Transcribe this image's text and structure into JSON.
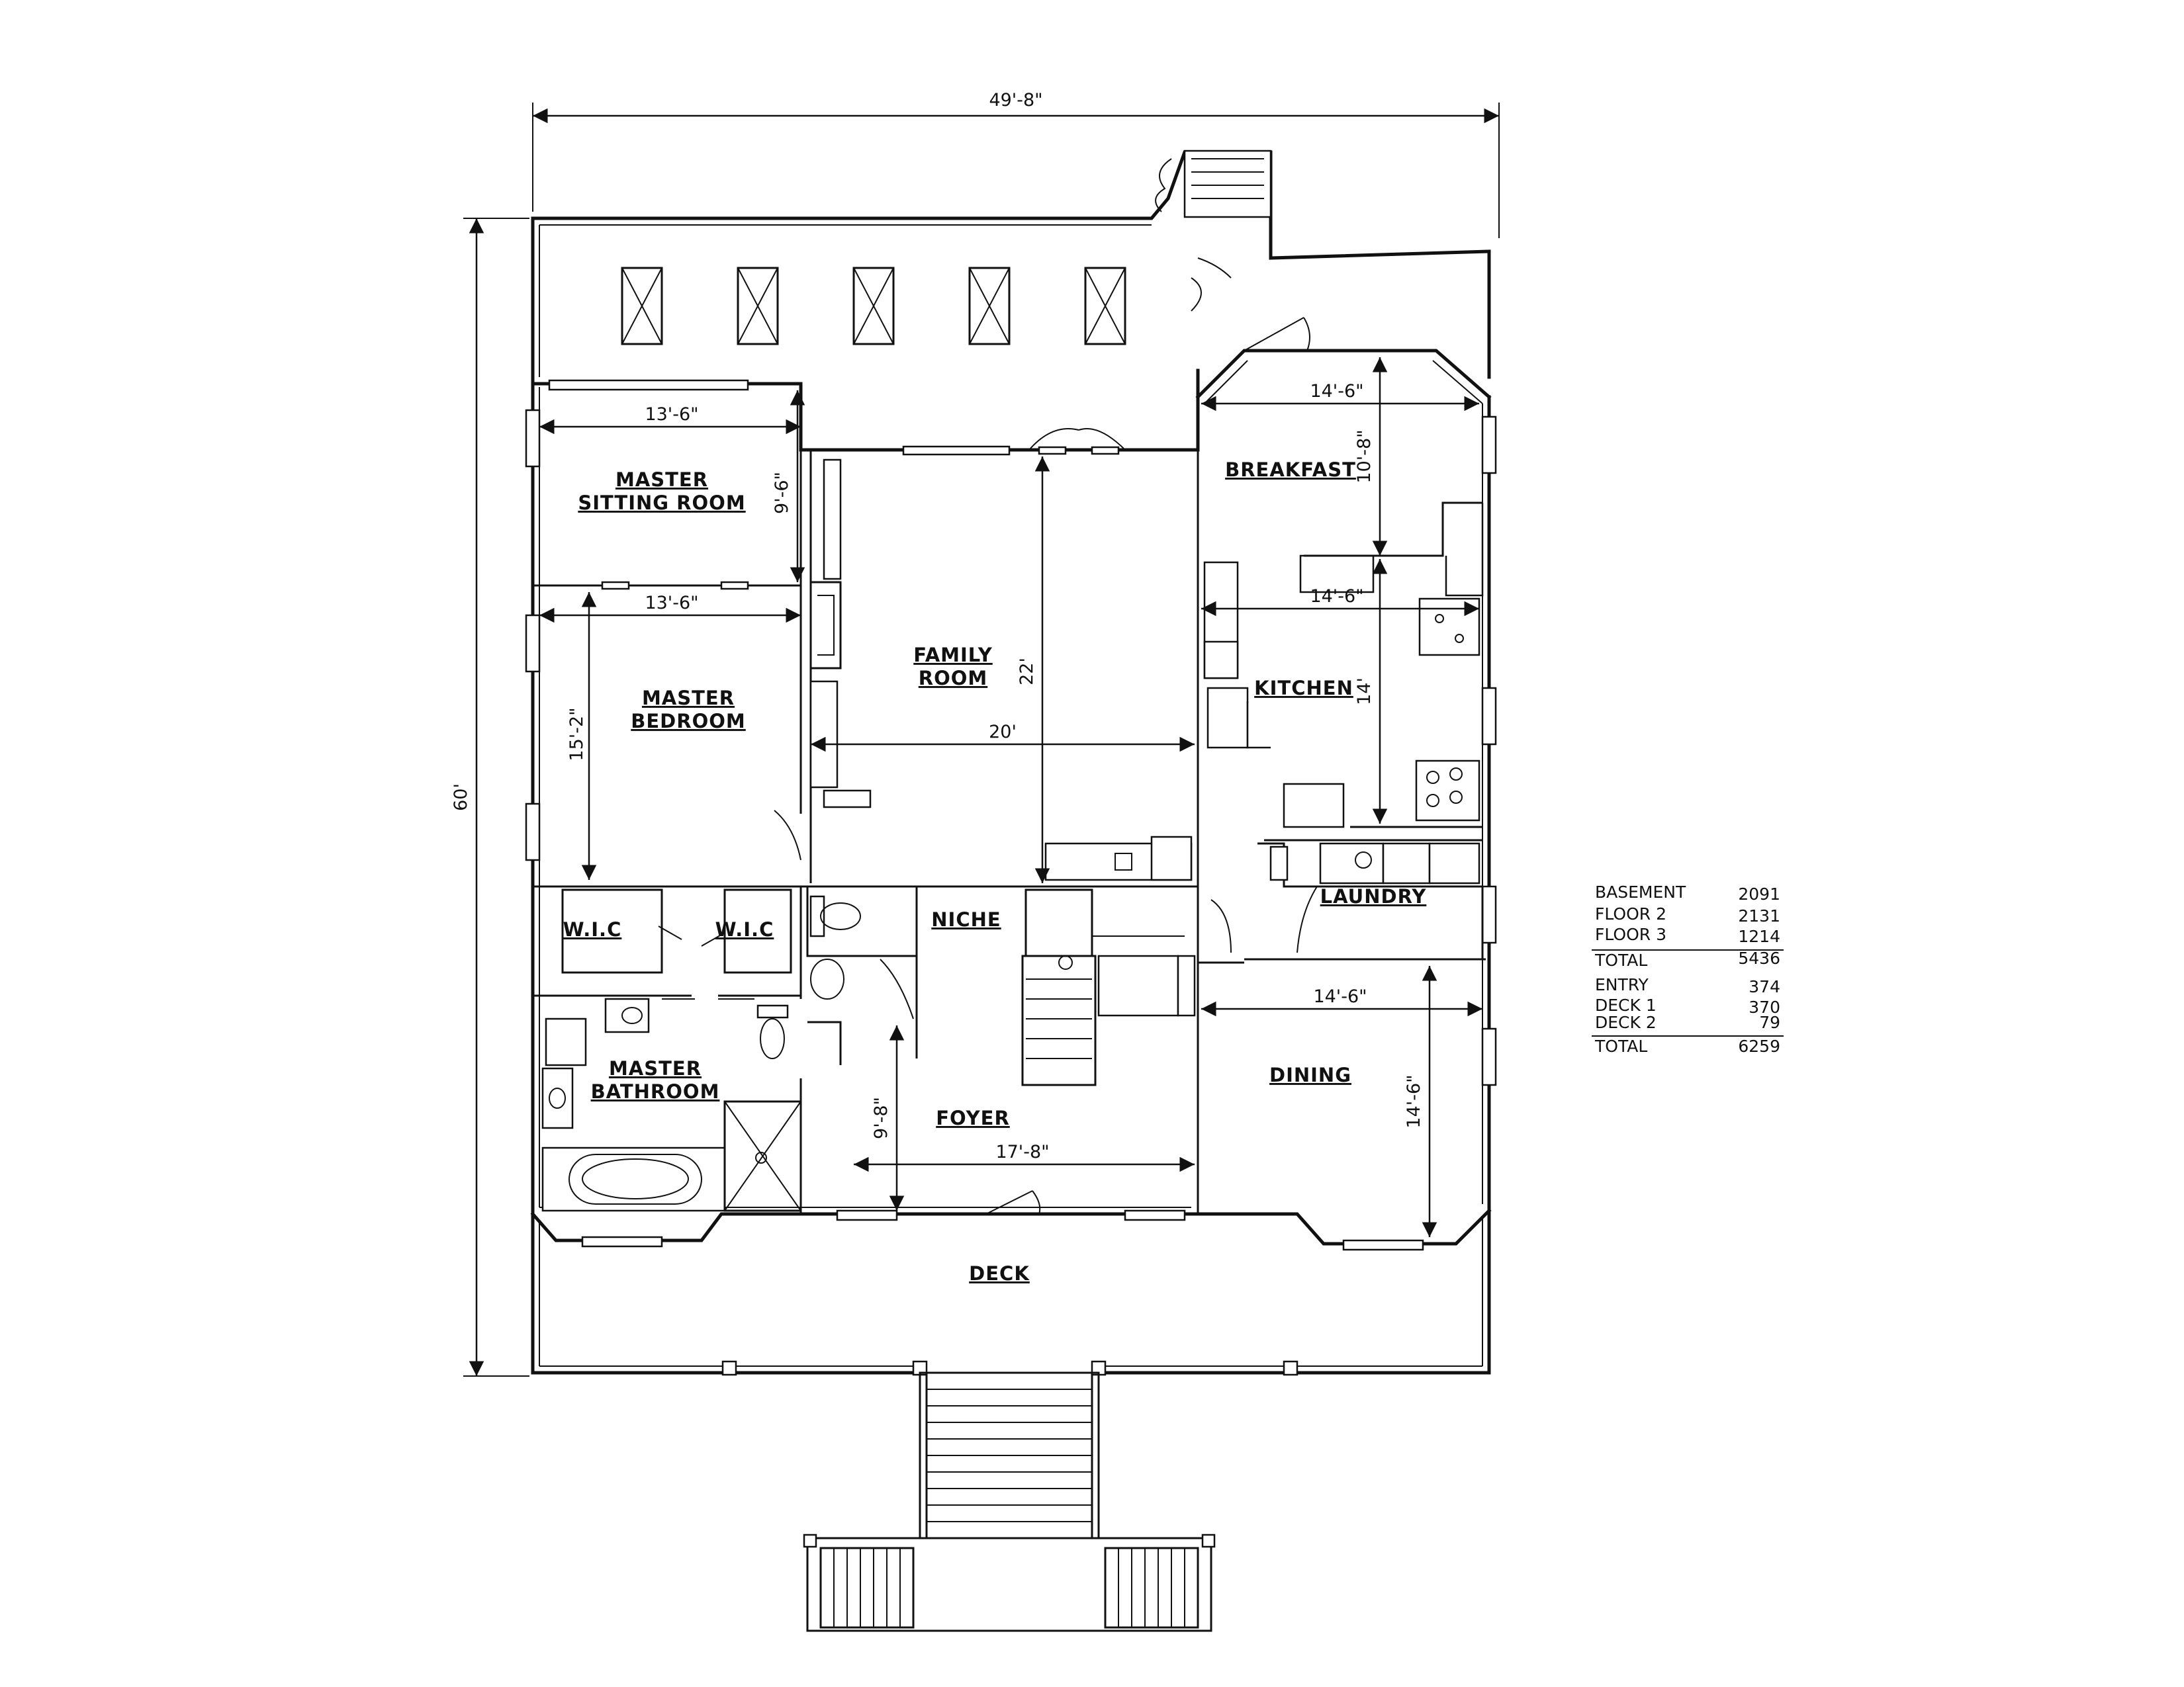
{
  "rooms": {
    "master_sitting_room": [
      "MASTER",
      "SITTING ROOM"
    ],
    "master_bedroom": [
      "MASTER",
      "BEDROOM"
    ],
    "family_room": [
      "FAMILY",
      "ROOM"
    ],
    "breakfast": "BREAKFAST",
    "kitchen": "KITCHEN",
    "laundry": "LAUNDRY",
    "niche": "NICHE",
    "wic_left": "W.I.C",
    "wic_right": "W.I.C",
    "master_bathroom": [
      "MASTER",
      "BATHROOM"
    ],
    "foyer": "FOYER",
    "dining": "DINING",
    "deck": "DECK"
  },
  "dimensions": {
    "overall_width": "49'-8\"",
    "overall_depth": "60'",
    "sitting_room_width": "13'-6\"",
    "sitting_room_depth": "9'-6\"",
    "bedroom_width": "13'-6\"",
    "bedroom_depth": "15'-2\"",
    "family_room_width": "20'",
    "family_room_depth": "22'",
    "breakfast_width": "14'-6\"",
    "breakfast_depth": "10'-8\"",
    "kitchen_width": "14'-6\"",
    "kitchen_depth": "14'",
    "dining_width": "14'-6\"",
    "dining_depth": "14'-6\"",
    "foyer_width": "17'-8\"",
    "foyer_depth": "9'-8\""
  },
  "area_table": {
    "group1": [
      {
        "label": "BASEMENT",
        "value": "2091"
      },
      {
        "label": "FLOOR 2",
        "value": "2131"
      },
      {
        "label": "FLOOR 3",
        "value": "1214"
      }
    ],
    "total1": {
      "label": "TOTAL",
      "value": "5436"
    },
    "group2": [
      {
        "label": "ENTRY",
        "value": "374"
      },
      {
        "label": "DECK 1",
        "value": "370"
      },
      {
        "label": "DECK 2",
        "value": "79"
      }
    ],
    "total2": {
      "label": "TOTAL",
      "value": "6259"
    }
  }
}
